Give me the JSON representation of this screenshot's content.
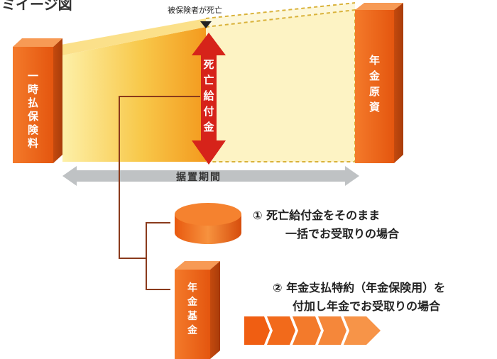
{
  "header": {
    "cropped_title": "ミイージ図"
  },
  "event_label": "被保険者が死亡",
  "premium_box": {
    "label_chars": [
      "一",
      "時",
      "払",
      "保",
      "険",
      "料"
    ]
  },
  "annuity_source_box": {
    "label_chars": [
      "年",
      "金",
      "原",
      "資"
    ]
  },
  "death_benefit_arrow": {
    "label_chars": [
      "死",
      "亡",
      "給",
      "付",
      "金"
    ]
  },
  "deferral_period_label": "据置期間",
  "option1": {
    "line1": "① 死亡給付金をそのまま",
    "line2": "一括でお受取りの場合"
  },
  "option2": {
    "line1": "② 年金支払特約（年金保険用）を",
    "line2": "付加し年金でお受取りの場合"
  },
  "annuity_fund_box": {
    "label_chars": [
      "年",
      "金",
      "基",
      "金"
    ]
  },
  "colors": {
    "orange": "#f26a1b",
    "dark_orange": "#c9480c",
    "yellow_light": "#fde98a",
    "yellow_mid": "#f6b93a",
    "red": "#d6231a",
    "gray": "#bfc2c4",
    "brown_line": "#8a3a1c"
  }
}
